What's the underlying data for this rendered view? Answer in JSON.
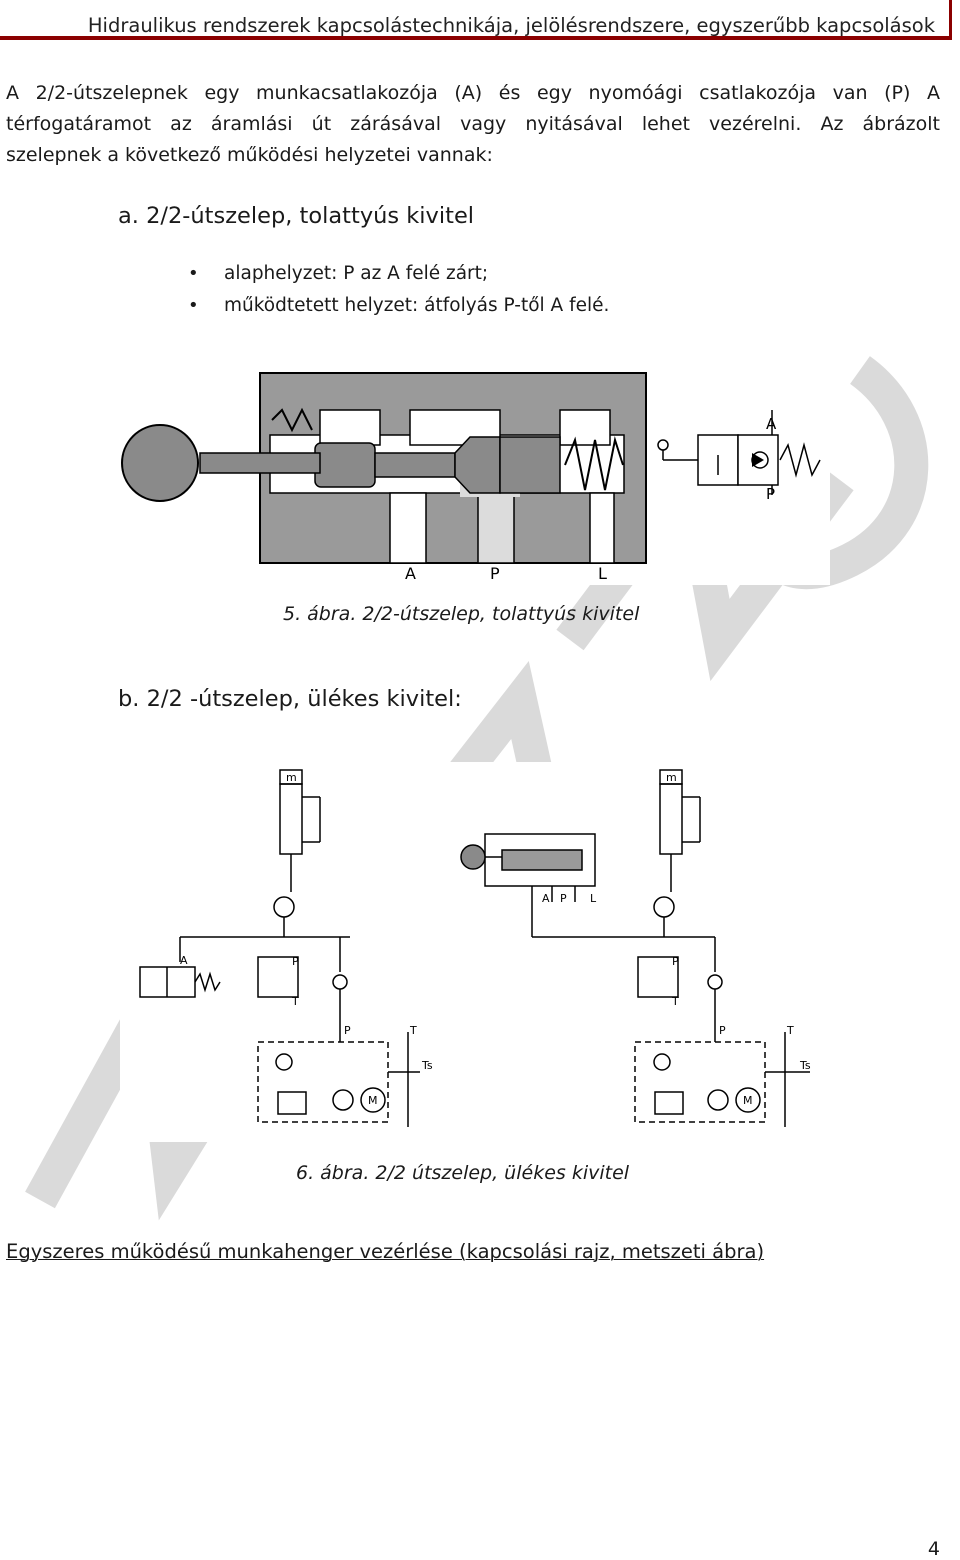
{
  "header": {
    "title": "Hidraulikus rendszerek kapcsolástechnikája, jelölésrendszere, egyszerűbb kapcsolások"
  },
  "intro": {
    "lines": [
      "A 2/2-útszelepnek egy munkacsatlakozója (A) és egy nyomóági csatlakozója van (P) A",
      "térfogatáramot az áramlási út zárásával vagy nyitásával lehet vezérelni. Az ábrázolt",
      "szelepnek a következő működési helyzetei vannak:"
    ]
  },
  "section_a": {
    "heading": "a. 2/2-útszelep, tolattyús kivitel",
    "bullets": [
      "alaphelyzet: P az A felé zárt;",
      "működtetett helyzet: átfolyás P-től A felé."
    ]
  },
  "figure5": {
    "port_labels": [
      "A",
      "P",
      "L"
    ],
    "symbol_labels": [
      "A",
      "P"
    ],
    "caption": "5. ábra. 2/2-útszelep, tolattyús kivitel"
  },
  "section_b": {
    "heading": "b. 2/2 -útszelep, ülékes kivitel:"
  },
  "figure6": {
    "labels": {
      "mass": "m",
      "A": "A",
      "P": "P",
      "T": "T",
      "L": "L",
      "Ts": "Ts",
      "M": "M"
    },
    "caption": "6. ábra. 2/2 útszelep, ülékes kivitel"
  },
  "footer": {
    "text": "Egyszeres működésű munkahenger vezérlése (kapcsolási rajz, metszeti ábra)"
  },
  "page_number": "4",
  "colors": {
    "header_rule": "#8b0000",
    "watermark": "#d9d9d9",
    "fluid": "#d8d8d8",
    "metal": "#9a9a9a"
  }
}
